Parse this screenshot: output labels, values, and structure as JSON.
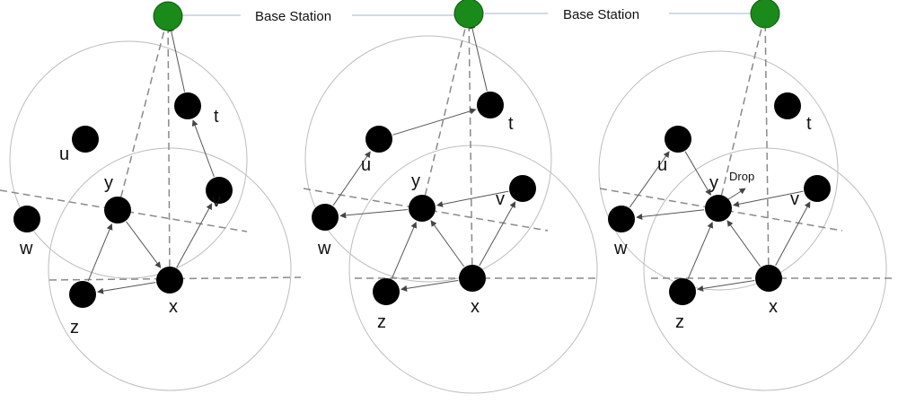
{
  "base_station": {
    "label": "Base Station",
    "color": "#1a8a1a"
  },
  "node_color": "#000000",
  "panels": [
    {
      "id": "1",
      "nodes": [
        "t",
        "u",
        "v",
        "w",
        "x",
        "y",
        "z"
      ],
      "edges": [
        [
          "x",
          "z"
        ],
        [
          "z",
          "y"
        ],
        [
          "y",
          "x"
        ],
        [
          "x",
          "v"
        ],
        [
          "v",
          "t"
        ],
        [
          "t",
          "bs"
        ]
      ],
      "dashed_to_bs": [
        "y",
        "x"
      ],
      "drop": null
    },
    {
      "id": "2",
      "nodes": [
        "t",
        "u",
        "v",
        "w",
        "x",
        "y",
        "z"
      ],
      "edges": [
        [
          "x",
          "z"
        ],
        [
          "z",
          "y"
        ],
        [
          "y",
          "w"
        ],
        [
          "w",
          "u"
        ],
        [
          "u",
          "t"
        ],
        [
          "t",
          "bs"
        ],
        [
          "x",
          "y"
        ],
        [
          "x",
          "v"
        ],
        [
          "v",
          "y"
        ]
      ],
      "dashed_to_bs": [
        "y",
        "x"
      ],
      "drop": null
    },
    {
      "id": "3",
      "nodes": [
        "t",
        "u",
        "v",
        "w",
        "x",
        "y",
        "z"
      ],
      "edges": [
        [
          "x",
          "z"
        ],
        [
          "z",
          "y"
        ],
        [
          "y",
          "w"
        ],
        [
          "w",
          "u"
        ],
        [
          "u",
          "y"
        ],
        [
          "x",
          "y"
        ],
        [
          "x",
          "v"
        ],
        [
          "v",
          "y"
        ]
      ],
      "dashed_to_bs": [
        "y",
        "x"
      ],
      "drop": {
        "label": "Drop",
        "at": "y"
      }
    }
  ]
}
